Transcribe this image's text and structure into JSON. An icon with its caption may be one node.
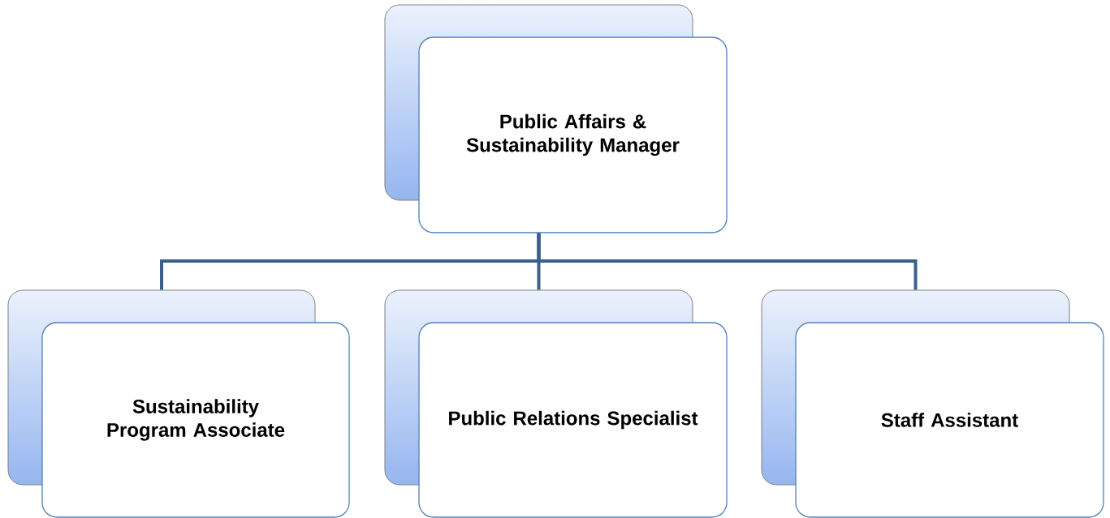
{
  "diagram": {
    "nodes": [
      {
        "text": [
          "Public Affairs & Sustainability Manager"
        ]
      },
      {
        "text": [
          "Sustainability Program Associate"
        ]
      },
      {
        "text": [
          "Public Relations Specialist"
        ]
      },
      {
        "text": [
          "Staff Assistant"
        ]
      }
    ],
    "edges": [
      {
        "from": 0,
        "to": 1,
        "arrow": "none"
      },
      {
        "from": 0,
        "to": 2,
        "arrow": "none"
      },
      {
        "from": 0,
        "to": 3,
        "arrow": "none"
      }
    ]
  }
}
